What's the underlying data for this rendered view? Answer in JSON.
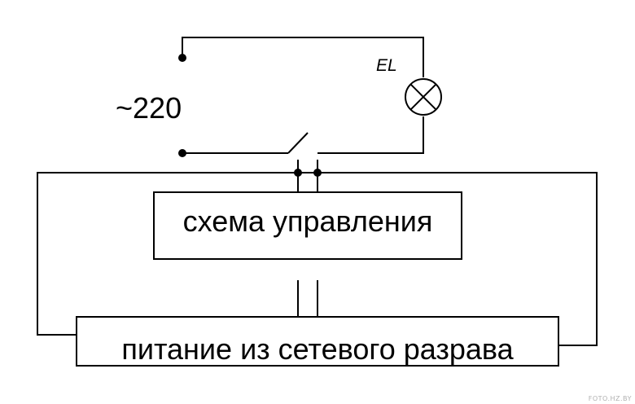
{
  "diagram": {
    "voltage_label": "~220",
    "lamp_label": "EL",
    "control_box_label": "схема управления",
    "power_box_label": "питание из сетевого разрава",
    "watermark": "FOTO.HZ.BY"
  },
  "colors": {
    "line": "#000000",
    "background": "#ffffff",
    "watermark": "#b0b0b0"
  },
  "icons": {
    "lamp": "lamp-icon",
    "switch": "switch-icon"
  }
}
